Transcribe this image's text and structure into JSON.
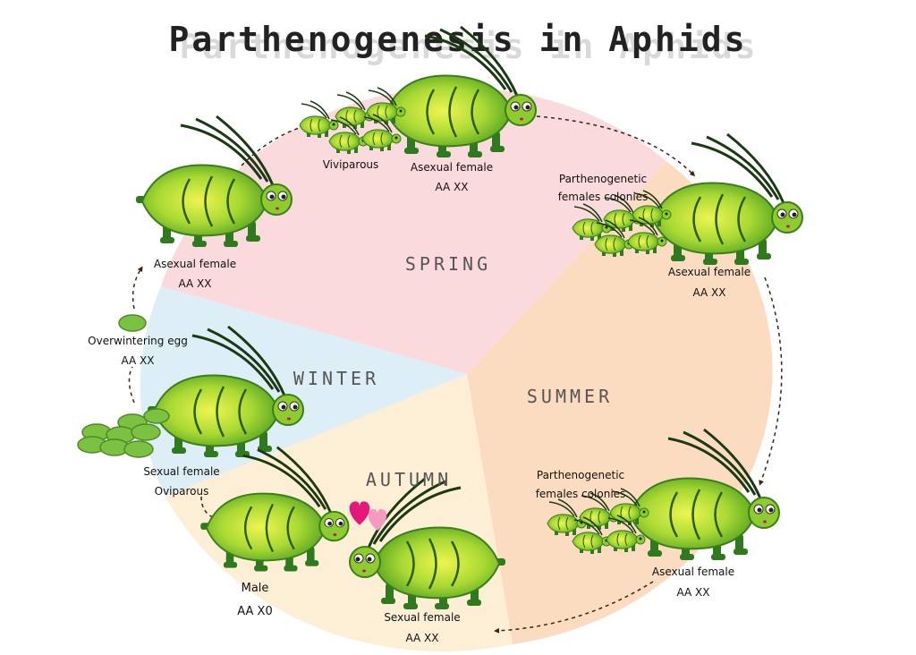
{
  "title": "Parthenogenesis in Aphids",
  "colors": {
    "spring": "#fadadd",
    "summer": "#fcdcc0",
    "autumn": "#fdefd6",
    "winter": "#ddeef6",
    "aphid_body": "#8ecb2c",
    "aphid_core": "#e9f24a",
    "aphid_dark": "#2f7a1e",
    "egg": "#7cc242",
    "heart_dark": "#e5177a",
    "heart_light": "#f49ac1",
    "arrow": "#3b2417"
  },
  "seasons": {
    "spring": "SPRING",
    "summer": "SUMMER",
    "autumn": "AUTUMN",
    "winter": "WINTER"
  },
  "labels": {
    "viviparous": "Viviparous",
    "spring_female": "Asexual female",
    "spring_genotype": "AA XX",
    "summer1_colonies_a": "Parthenogenetic",
    "summer1_colonies_b": "females colonies",
    "summer1_female": "Asexual female",
    "summer1_genotype": "AA XX",
    "summer2_colonies_a": "Parthenogenetic",
    "summer2_colonies_b": "females colonies",
    "summer2_female": "Asexual female",
    "summer2_genotype": "AA XX",
    "autumn_sexual_female": "Sexual female",
    "autumn_sexual_genotype": "AA XX",
    "male": "Male",
    "male_genotype": "AA X0",
    "winter_sexual_female": "Sexual female",
    "oviparous": "Oviparous",
    "egg": "Overwintering egg",
    "egg_genotype": "AA XX",
    "early_female": "Asexual female",
    "early_genotype": "AA XX"
  }
}
